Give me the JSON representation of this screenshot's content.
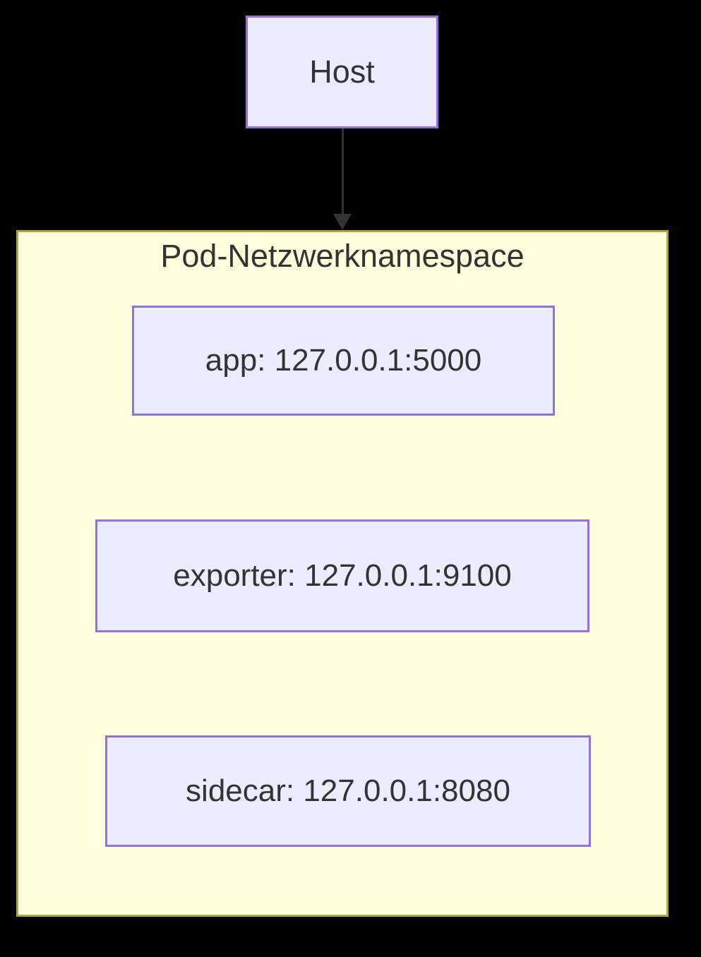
{
  "diagram": {
    "type": "flowchart",
    "host_node": {
      "label": "Host"
    },
    "edge": {
      "from": "Host",
      "to": "Pod-Netzwerknamespace",
      "direction": "down",
      "style": "solid-arrow"
    },
    "cluster": {
      "title": "Pod-Netzwerknamespace",
      "nodes": [
        {
          "id": "app",
          "label": "app: 127.0.0.1:5000"
        },
        {
          "id": "exporter",
          "label": "exporter: 127.0.0.1:9100"
        },
        {
          "id": "sidecar",
          "label": "sidecar: 127.0.0.1:8080"
        }
      ]
    },
    "colors": {
      "background": "#000000",
      "node_fill": "#ECECFF",
      "node_border": "#9370DB",
      "cluster_fill": "#FFFFDE",
      "cluster_border": "#AAAA33",
      "text": "#333333",
      "edge": "#333333"
    }
  }
}
